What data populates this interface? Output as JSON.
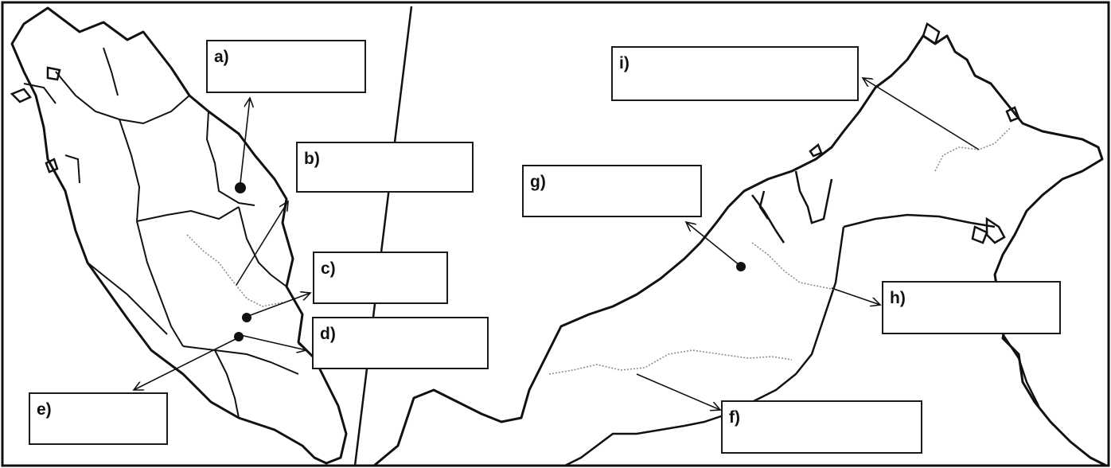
{
  "map": {
    "colors": {
      "outline": "#111111",
      "river": "#888888",
      "background": "#ffffff"
    },
    "boxes": [
      {
        "id": "a",
        "label": "a)"
      },
      {
        "id": "b",
        "label": "b)"
      },
      {
        "id": "c",
        "label": "c)"
      },
      {
        "id": "d",
        "label": "d)"
      },
      {
        "id": "e",
        "label": "e)"
      },
      {
        "id": "f",
        "label": "f)"
      },
      {
        "id": "g",
        "label": "g)"
      },
      {
        "id": "h",
        "label": "h)"
      },
      {
        "id": "i",
        "label": "i)"
      }
    ]
  }
}
